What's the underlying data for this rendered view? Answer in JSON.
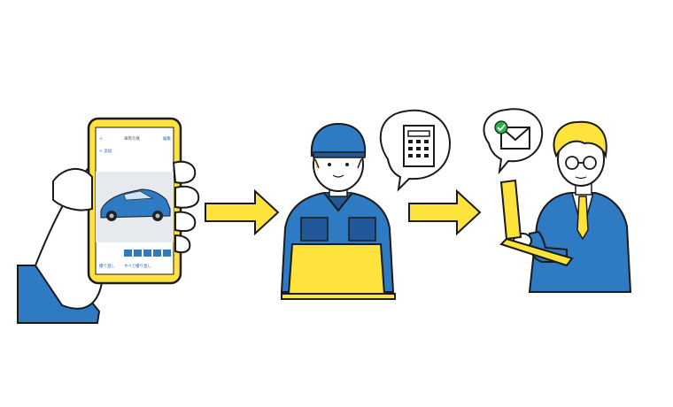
{
  "colors": {
    "yellow": "#ffe33d",
    "blue": "#2f7bc3",
    "dark_blue": "#21589a",
    "outline": "#1a1a1a",
    "skin": "#ffffff"
  },
  "phone": {
    "screen_title": "車両写真",
    "back_label": "<",
    "edit_label": "編集",
    "add_label": "+ 追加",
    "retake_label": "撮り直し",
    "retake_all_label": "すべて撮り直し"
  },
  "icons": {
    "calculator": "calculator-icon",
    "email": "envelope-icon",
    "check": "check-icon"
  }
}
